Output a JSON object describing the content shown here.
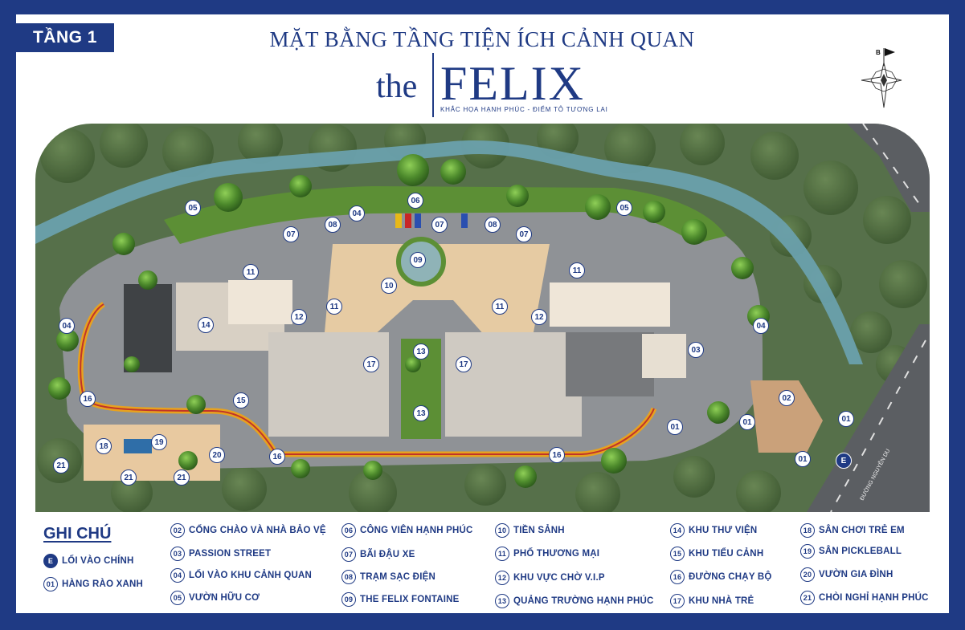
{
  "header": {
    "floor_badge": "TẦNG 1",
    "title": "MẶT BẰNG TẦNG TIỆN ÍCH CẢNH QUAN",
    "brand_the": "the",
    "brand_name": "FELIX",
    "tagline": "KHẮC HỌA HẠNH PHÚC - ĐIỂM TÔ TƯƠNG LAI"
  },
  "compass": {
    "label": "B"
  },
  "map": {
    "street_name": "ĐƯỜNG NGUYỄN DU",
    "markers": [
      {
        "n": "01"
      },
      {
        "n": "01"
      },
      {
        "n": "01"
      },
      {
        "n": "01"
      },
      {
        "n": "02"
      },
      {
        "n": "03"
      },
      {
        "n": "04"
      },
      {
        "n": "04"
      },
      {
        "n": "04"
      },
      {
        "n": "05"
      },
      {
        "n": "05"
      },
      {
        "n": "06"
      },
      {
        "n": "07"
      },
      {
        "n": "07"
      },
      {
        "n": "07"
      },
      {
        "n": "08"
      },
      {
        "n": "08"
      },
      {
        "n": "09"
      },
      {
        "n": "10"
      },
      {
        "n": "11"
      },
      {
        "n": "11"
      },
      {
        "n": "11"
      },
      {
        "n": "11"
      },
      {
        "n": "12"
      },
      {
        "n": "12"
      },
      {
        "n": "13"
      },
      {
        "n": "13"
      },
      {
        "n": "14"
      },
      {
        "n": "15"
      },
      {
        "n": "16"
      },
      {
        "n": "16"
      },
      {
        "n": "16"
      },
      {
        "n": "17"
      },
      {
        "n": "17"
      },
      {
        "n": "18"
      },
      {
        "n": "19"
      },
      {
        "n": "20"
      },
      {
        "n": "21"
      },
      {
        "n": "21"
      },
      {
        "n": "21"
      },
      {
        "n": "E"
      }
    ]
  },
  "legend": {
    "title": "GHI CHÚ",
    "items": [
      {
        "num": "E",
        "label": "LỐI VÀO CHÍNH"
      },
      {
        "num": "01",
        "label": "HÀNG RÀO XANH"
      },
      {
        "num": "02",
        "label": "CỔNG CHÀO VÀ NHÀ BẢO VỆ"
      },
      {
        "num": "03",
        "label": "PASSION STREET"
      },
      {
        "num": "04",
        "label": "LỐI VÀO KHU CẢNH QUAN"
      },
      {
        "num": "05",
        "label": "VƯỜN HỮU CƠ"
      },
      {
        "num": "06",
        "label": "CÔNG VIÊN HẠNH PHÚC"
      },
      {
        "num": "07",
        "label": "BÃI ĐẬU XE"
      },
      {
        "num": "08",
        "label": "TRẠM SẠC ĐIỆN"
      },
      {
        "num": "09",
        "label": "THE FELIX FONTAINE"
      },
      {
        "num": "10",
        "label": "TIỀN SẢNH"
      },
      {
        "num": "11",
        "label": "PHỐ THƯƠNG MẠI"
      },
      {
        "num": "12",
        "label": "KHU VỰC CHỜ V.I.P"
      },
      {
        "num": "13",
        "label": "QUẢNG TRƯỜNG HẠNH PHÚC"
      },
      {
        "num": "14",
        "label": "KHU THƯ VIỆN"
      },
      {
        "num": "15",
        "label": "KHU TIỂU CẢNH"
      },
      {
        "num": "16",
        "label": "ĐƯỜNG CHẠY BỘ"
      },
      {
        "num": "17",
        "label": "KHU NHÀ TRẺ"
      },
      {
        "num": "18",
        "label": "SÂN CHƠI TRẺ EM"
      },
      {
        "num": "19",
        "label": "SÂN PICKLEBALL"
      },
      {
        "num": "20",
        "label": "VƯỜN GIA ĐÌNH"
      },
      {
        "num": "21",
        "label": "CHÒI NGHỈ HẠNH PHÚC"
      }
    ]
  },
  "colors": {
    "brand_navy": "#1f3a84",
    "forest_green": "#4f6f3c",
    "river_blue": "#5f9aa8",
    "running_track": "#e7a21f",
    "road_gray": "#6b6e72",
    "plaza_tan": "#e6cba3"
  }
}
